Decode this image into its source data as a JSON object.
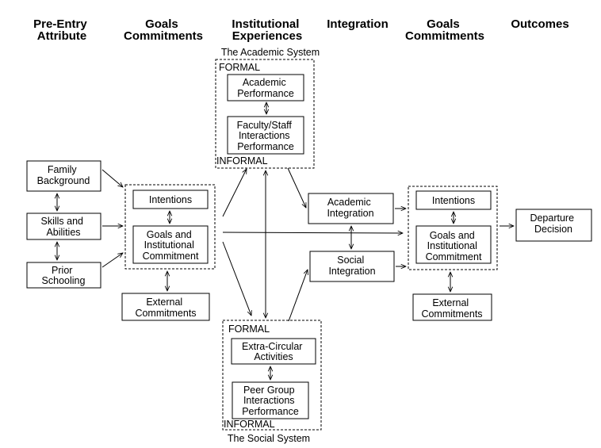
{
  "headers": {
    "pre_entry": [
      "Pre-Entry",
      "Attribute"
    ],
    "goals1": [
      "Goals",
      "Commitments"
    ],
    "institutional": [
      "Institutional",
      "Experiences"
    ],
    "integration": [
      "Integration"
    ],
    "goals2": [
      "Goals",
      "Commitments"
    ],
    "outcomes": [
      "Outcomes"
    ]
  },
  "academic_system": {
    "title": "The Academic System",
    "formal": "FORMAL",
    "informal": "INFORMAL",
    "academic_performance": [
      "Academic",
      "Performance"
    ],
    "faculty_staff": [
      "Faculty/Staff",
      "Interactions",
      "Performance"
    ]
  },
  "social_system": {
    "title": "The Social System",
    "formal": "FORMAL",
    "informal": "INFORMAL",
    "extra_circular": [
      "Extra-Circular",
      "Activities"
    ],
    "peer_group": [
      "Peer Group",
      "Interactions",
      "Performance"
    ]
  },
  "pre_entry": {
    "family": [
      "Family",
      "Background"
    ],
    "skills": [
      "Skills and",
      "Abilities"
    ],
    "prior": [
      "Prior",
      "Schooling"
    ]
  },
  "goals_left": {
    "intentions": [
      "Intentions"
    ],
    "goals": [
      "Goals and",
      "Institutional",
      "Commitment"
    ],
    "external": [
      "External",
      "Commitments"
    ]
  },
  "integration": {
    "academic": [
      "Academic",
      "Integration"
    ],
    "social": [
      "Social",
      "Integration"
    ]
  },
  "goals_right": {
    "intentions": [
      "Intentions"
    ],
    "goals": [
      "Goals and",
      "Institutional",
      "Commitment"
    ],
    "external": [
      "External",
      "Commitments"
    ]
  },
  "outcome": {
    "departure": [
      "Departure",
      "Decision"
    ]
  }
}
